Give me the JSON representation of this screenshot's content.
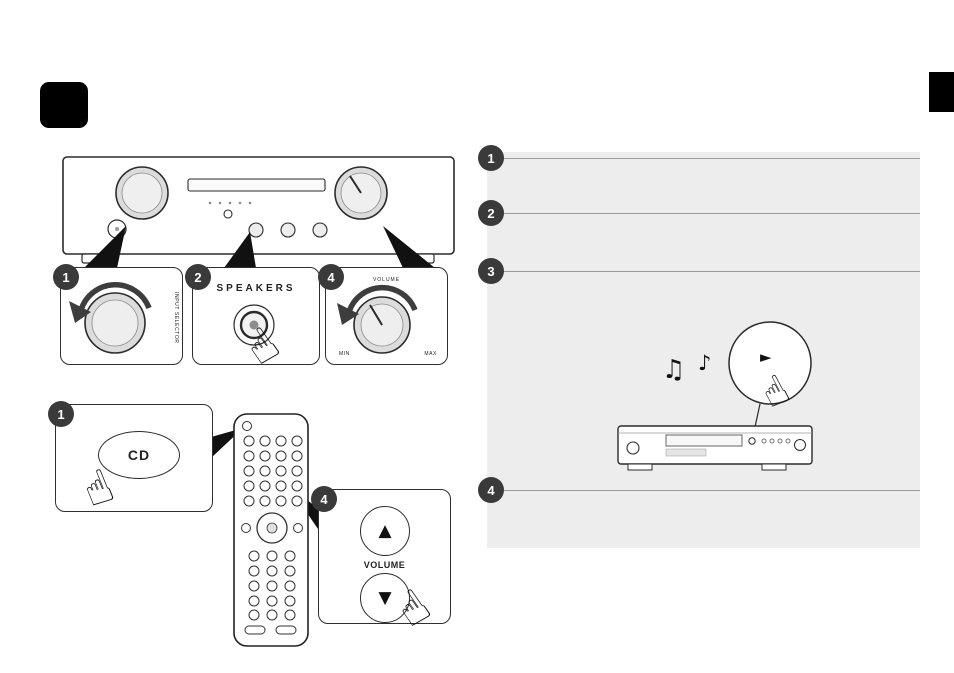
{
  "page": {
    "colors": {
      "badge": "#000000",
      "edge_tab": "#000000",
      "step_row_bg": "#ededed",
      "step_circle": "#3a3a3a",
      "line_art": "#2b2b2b"
    }
  },
  "icons": {
    "hand": "☝",
    "play": "►",
    "volume_up": "▲",
    "volume_down": "▼",
    "note_beamed": "♫",
    "note": "♪"
  },
  "amplifier_callouts": {
    "input_selector": {
      "number": "1",
      "label": "INPUT SELECTOR"
    },
    "speakers": {
      "number": "2",
      "label": "SPEAKERS"
    },
    "volume": {
      "number": "4",
      "label": "VOLUME",
      "min": "MIN",
      "max": "MAX"
    }
  },
  "remote_callouts": {
    "cd": {
      "number": "1",
      "label": "CD"
    },
    "volume": {
      "number": "4",
      "label": "VOLUME"
    }
  },
  "steps": {
    "items": [
      {
        "number": "1"
      },
      {
        "number": "2"
      },
      {
        "number": "3"
      },
      {
        "number": "4"
      }
    ]
  }
}
